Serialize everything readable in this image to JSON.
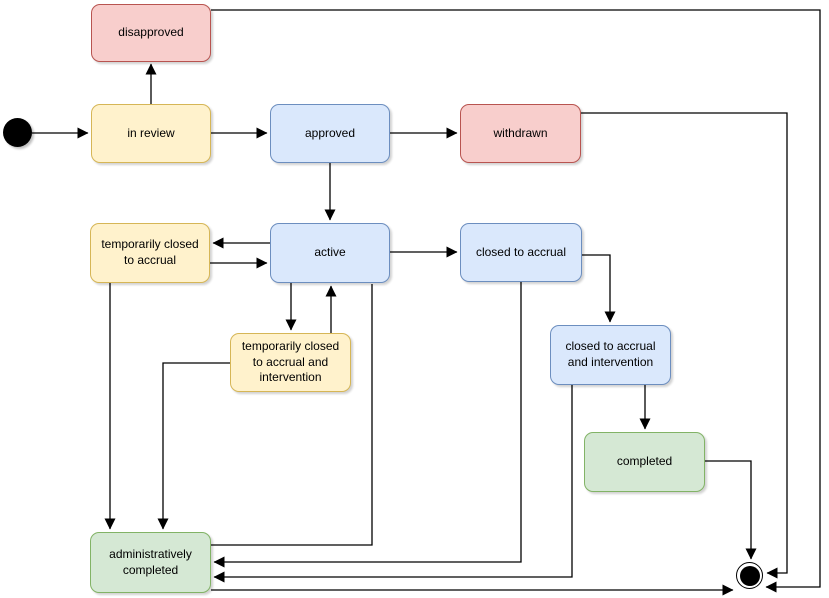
{
  "diagram": {
    "type": "uml-state-machine",
    "background": "#ffffff",
    "edge_color": "#000000",
    "text_color": "#000000",
    "palette": {
      "yellow": {
        "fill": "#FFF2CC",
        "stroke": "#D6B656"
      },
      "blue": {
        "fill": "#DAE8FC",
        "stroke": "#6C8EBF"
      },
      "red": {
        "fill": "#F8CECC",
        "stroke": "#B85450"
      },
      "green": {
        "fill": "#D5E8D4",
        "stroke": "#82B366"
      },
      "terminal": {
        "fill": "#000000",
        "stroke": "#000000"
      }
    },
    "nodes": [
      {
        "id": "start",
        "kind": "initial",
        "label": ""
      },
      {
        "id": "disapproved",
        "label": "disapproved",
        "color": "red"
      },
      {
        "id": "in-review",
        "label": "in review",
        "color": "yellow"
      },
      {
        "id": "approved",
        "label": "approved",
        "color": "blue"
      },
      {
        "id": "withdrawn",
        "label": "withdrawn",
        "color": "red"
      },
      {
        "id": "temporarily-closed-to-accrual",
        "label": "temporarily closed to accrual",
        "color": "yellow"
      },
      {
        "id": "active",
        "label": "active",
        "color": "blue"
      },
      {
        "id": "closed-to-accrual",
        "label": "closed to accrual",
        "color": "blue"
      },
      {
        "id": "temporarily-closed-to-accrual-and-intervention",
        "label": "temporarily closed to accrual and intervention",
        "color": "yellow"
      },
      {
        "id": "closed-to-accrual-and-intervention",
        "label": "closed to accrual and intervention",
        "color": "blue"
      },
      {
        "id": "completed",
        "label": "completed",
        "color": "green"
      },
      {
        "id": "administratively-completed",
        "label": "administratively completed",
        "color": "green"
      },
      {
        "id": "end",
        "kind": "final",
        "label": ""
      }
    ],
    "edges": [
      {
        "from": "start",
        "to": "in-review"
      },
      {
        "from": "in-review",
        "to": "disapproved"
      },
      {
        "from": "in-review",
        "to": "approved"
      },
      {
        "from": "approved",
        "to": "withdrawn"
      },
      {
        "from": "approved",
        "to": "active"
      },
      {
        "from": "active",
        "to": "temporarily-closed-to-accrual"
      },
      {
        "from": "temporarily-closed-to-accrual",
        "to": "active"
      },
      {
        "from": "active",
        "to": "closed-to-accrual"
      },
      {
        "from": "active",
        "to": "temporarily-closed-to-accrual-and-intervention"
      },
      {
        "from": "temporarily-closed-to-accrual-and-intervention",
        "to": "active"
      },
      {
        "from": "closed-to-accrual",
        "to": "closed-to-accrual-and-intervention"
      },
      {
        "from": "closed-to-accrual-and-intervention",
        "to": "completed"
      },
      {
        "from": "completed",
        "to": "end"
      },
      {
        "from": "withdrawn",
        "to": "end"
      },
      {
        "from": "disapproved",
        "to": "end"
      },
      {
        "from": "temporarily-closed-to-accrual",
        "to": "administratively-completed"
      },
      {
        "from": "temporarily-closed-to-accrual-and-intervention",
        "to": "administratively-completed"
      },
      {
        "from": "closed-to-accrual",
        "to": "administratively-completed"
      },
      {
        "from": "closed-to-accrual-and-intervention",
        "to": "administratively-completed"
      },
      {
        "from": "active",
        "to": "administratively-completed",
        "arrow": "none"
      },
      {
        "from": "administratively-completed",
        "to": "end"
      }
    ]
  }
}
